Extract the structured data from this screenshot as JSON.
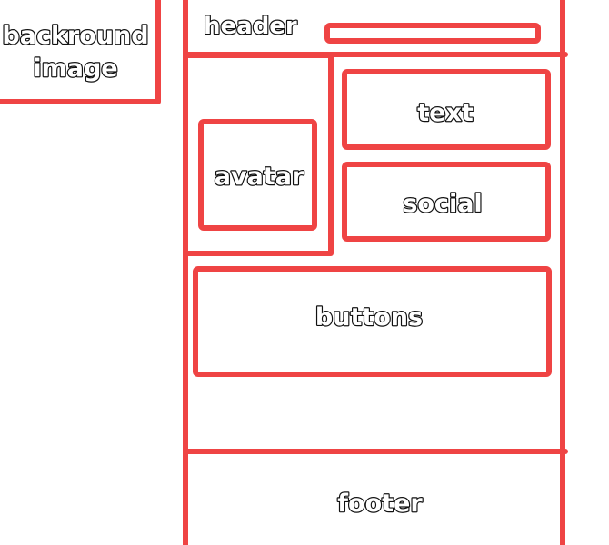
{
  "accent_color": "#ef4444",
  "labels": {
    "background_line1": "backround",
    "background_line2": "image",
    "header": "header",
    "text": "text",
    "social": "social",
    "avatar": "avatar",
    "buttons": "buttons",
    "footer": "footer"
  }
}
